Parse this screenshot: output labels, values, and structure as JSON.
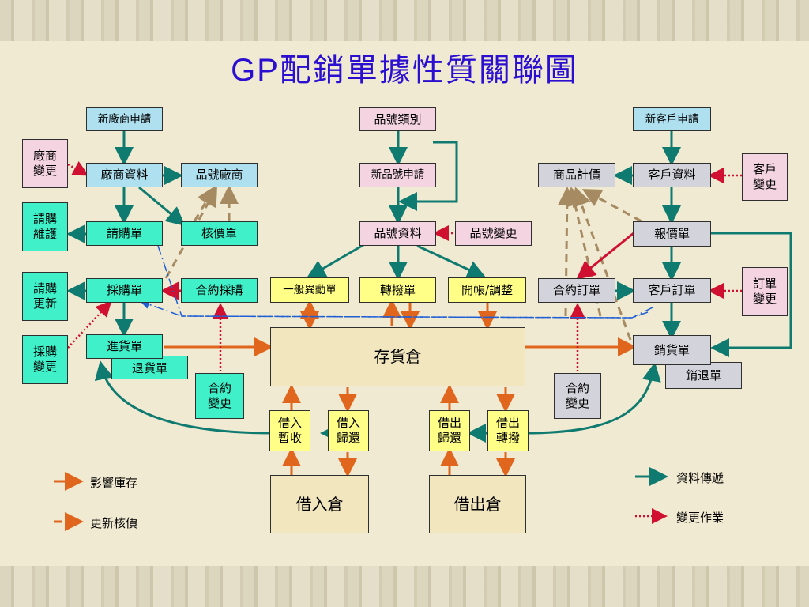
{
  "title_prefix": "GP",
  "title_rest": "配銷單據性質關聯圖",
  "boxes": {
    "new_vendor": "新廠商申請",
    "vendor_change": "廠商\n變更",
    "vendor_data": "廠商資料",
    "item_vendor": "品號廠商",
    "req_maint": "請購\n維護",
    "requisition": "請購單",
    "price_check": "核價單",
    "req_update": "請購\n更新",
    "purchase_order": "採購單",
    "contract_purchase": "合約採購",
    "purchase_change": "採購\n變更",
    "receipt": "進貨單",
    "return_goods": "退貨單",
    "contract_change_left": "合約\n變更",
    "item_category": "品號類別",
    "new_item": "新品號申請",
    "item_data": "品號資料",
    "item_change": "品號變更",
    "general_move": "一般異動單",
    "transfer": "轉撥單",
    "opening_adjust": "開帳/調整",
    "inventory": "存貨倉",
    "borrow_in_temp": "借入\n暫收",
    "borrow_in_return": "借入\n歸還",
    "lend_out_return": "借出\n歸還",
    "lend_out_transfer": "借出\n轉撥",
    "borrow_in_wh": "借入倉",
    "lend_out_wh": "借出倉",
    "new_customer": "新客戶申請",
    "customer_change": "客戶\n變更",
    "product_pricing": "商品計價",
    "customer_data": "客戶資料",
    "quotation": "報價單",
    "contract_order": "合約訂單",
    "customer_order": "客戶訂單",
    "order_change": "訂單\n變更",
    "sales_delivery": "銷貨單",
    "sales_return": "銷退單",
    "contract_change_right": "合約\n變更"
  },
  "legend": {
    "affect_inventory": "影響庫存",
    "update_price": "更新核價",
    "data_transfer": "資料傳遞",
    "change_operation": "變更作業"
  },
  "colors": {
    "title": "#2a0fd0",
    "data_flow": "#0e7a70",
    "inventory_flow": "#e0661e",
    "change_flow": "#d01030",
    "price_update": "#a58a62"
  }
}
